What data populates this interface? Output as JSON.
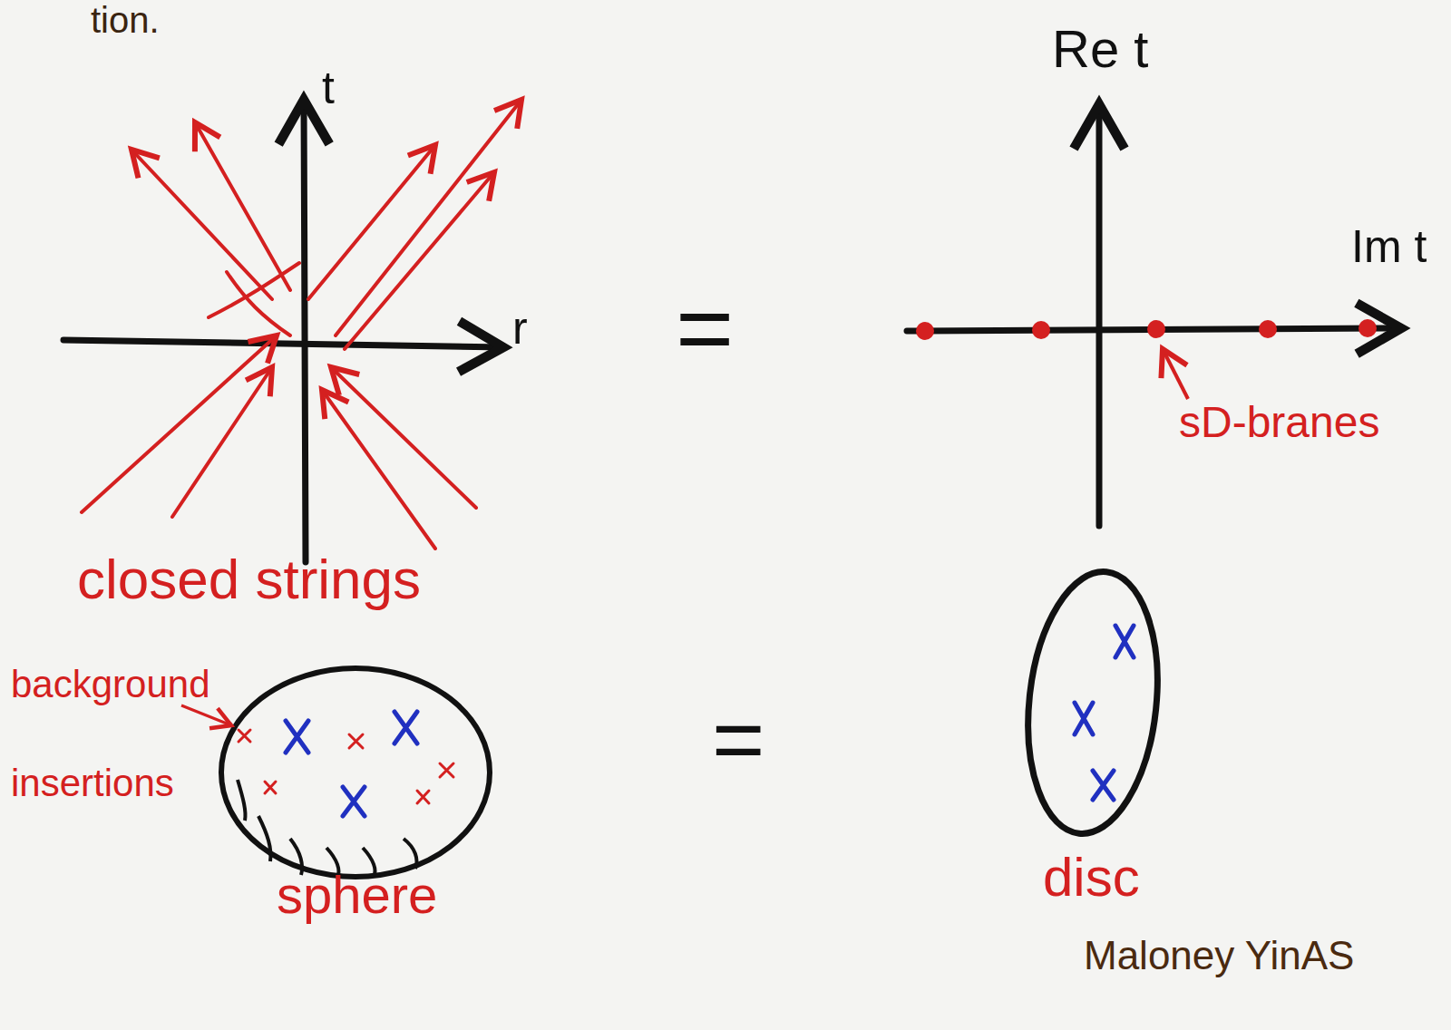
{
  "diagram": {
    "labels": [
      "tion.",
      "t",
      "r",
      "closed strings",
      "=",
      "background insertions",
      "sphere",
      "=",
      "Re t",
      "Im t",
      "sD-branes",
      "disc",
      "Maloney YinAS"
    ]
  }
}
